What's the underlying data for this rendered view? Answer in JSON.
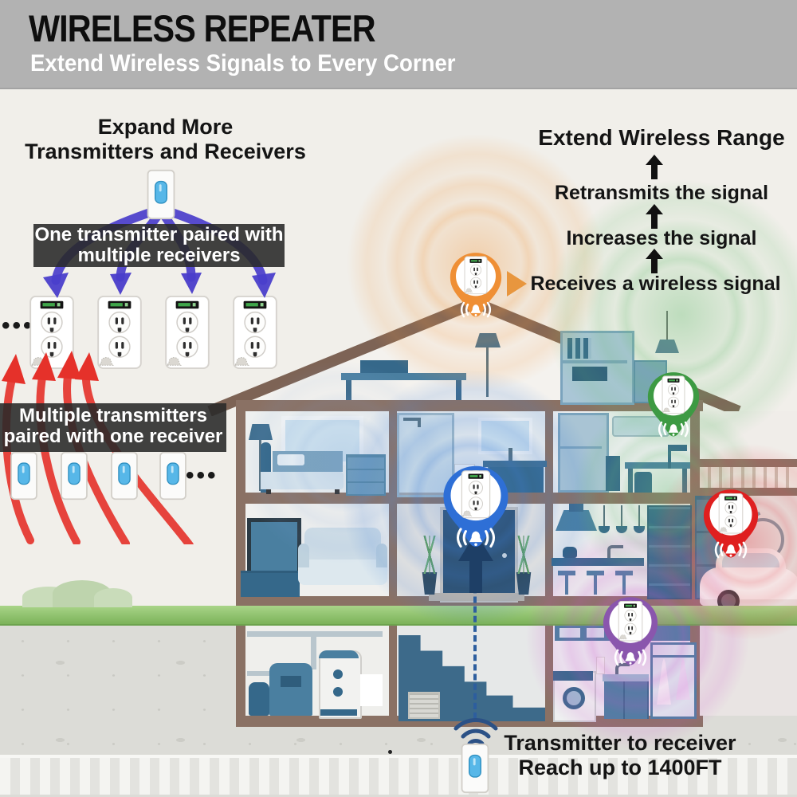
{
  "header": {
    "title": "WIRELESS REPEATER",
    "subtitle": "Extend Wireless Signals to Every Corner",
    "background": "#b2b2b2",
    "title_color": "#0e0e0e",
    "subtitle_color": "#ffffff"
  },
  "left_diagram": {
    "heading_line1": "Expand More",
    "heading_line2": "Transmitters and Receivers",
    "pair_banner_line1": "One transmitter paired with",
    "pair_banner_line2": "multiple receivers",
    "multi_banner_line1": "Multiple transmitters",
    "multi_banner_line2": "paired with one receiver",
    "receivers_ellipsis": "•••",
    "transmitters_ellipsis": "•••",
    "receiver_outlet_count": 4,
    "transmitter_remote_count": 4,
    "pair_arrow_color": "#4a3ecb",
    "multi_arrow_color": "#e5312a"
  },
  "right_diagram": {
    "heading": "Extend Wireless Range",
    "steps": [
      "Retransmits the signal",
      "Increases the signal",
      "Receives a wireless signal"
    ],
    "arrow_color": "#111111",
    "pointer_color": "#e8963e"
  },
  "house": {
    "repeater_pins": [
      {
        "location": "roof-peak",
        "color": "#ef8f35"
      },
      {
        "location": "upper-floor-right",
        "color": "#3d9a43"
      },
      {
        "location": "front-door",
        "color": "#2e6fd6"
      },
      {
        "location": "garage",
        "color": "#df1f1f"
      },
      {
        "location": "basement-laundry",
        "color": "#8a56ad"
      }
    ],
    "signal_colors": [
      "#f29942",
      "#69be73",
      "#3e7dd7",
      "#cd55cd",
      "#e44e58"
    ]
  },
  "footer": {
    "line1": "Transmitter to receiver",
    "line2": "Reach up to 1400FT",
    "wifi_icon_color": "#2b5186"
  },
  "icons": {
    "pin_icon": "location-pin",
    "wifi_icon": "wifi-arcs",
    "bell_icon": "doorbell-chime",
    "outlet_icon": "wall-outlet-receiver",
    "remote_icon": "transmitter-remote"
  }
}
